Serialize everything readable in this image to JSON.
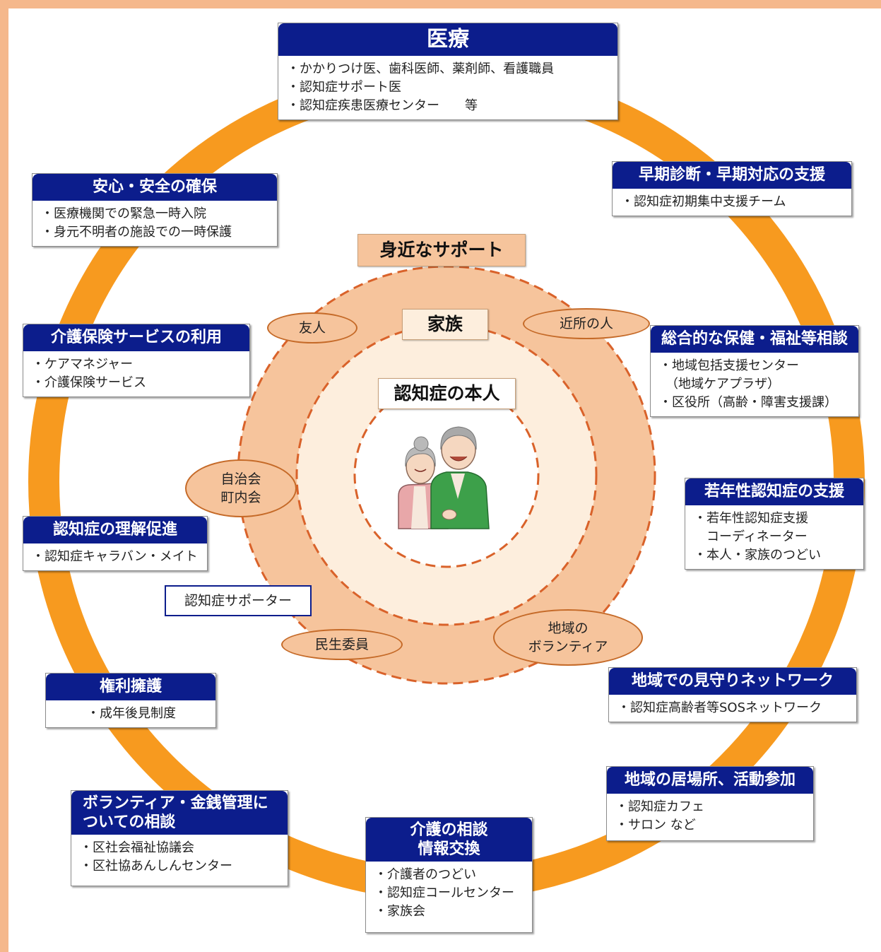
{
  "colors": {
    "ring": "#f79a1f",
    "header": "#0c1d8c",
    "support_fill": "#f6c49c",
    "family_fill": "#fdeedd",
    "dash": "#d9622a"
  },
  "center": {
    "support_title": "身近なサポート",
    "family_title": "家族",
    "person_title": "認知症の本人",
    "illustration": "elderly-couple-illustration"
  },
  "ovals": {
    "friend": "友人",
    "neighbor": "近所の人",
    "residents_assoc": [
      "自治会",
      "町内会"
    ],
    "welfare_commissioner": "民生委員",
    "local_volunteer": [
      "地域の",
      "ボランティア"
    ]
  },
  "supporter_label": "認知症サポーター",
  "cards": {
    "medical": {
      "title": "医療",
      "items": [
        "かかりつけ医、歯科医師、薬剤師、看護職員",
        "認知症サポート医",
        "認知症疾患医療センター　　等"
      ]
    },
    "early": {
      "title": "早期診断・早期対応の支援",
      "items": [
        "認知症初期集中支援チーム"
      ]
    },
    "consult": {
      "title": "総合的な保健・福祉等相談",
      "items": [
        "地域包括支援センター",
        "（地域ケアプラザ）",
        "区役所（高齢・障害支援課）"
      ]
    },
    "young": {
      "title": "若年性認知症の支援",
      "items": [
        "若年性認知症支援",
        "コーディネーター",
        "本人・家族のつどい"
      ]
    },
    "watch": {
      "title": "地域での見守りネットワーク",
      "items": [
        "認知症高齢者等SOSネットワーク"
      ]
    },
    "place": {
      "title": "地域の居場所、活動参加",
      "items": [
        "認知症カフェ",
        "サロン など"
      ]
    },
    "care_consult": {
      "title_lines": [
        "介護の相談",
        "情報交換"
      ],
      "items": [
        "介護者のつどい",
        "認知症コールセンター",
        "家族会"
      ]
    },
    "volunteer": {
      "title_lines": [
        "ボランティア・金銭管理に",
        "ついての相談"
      ],
      "items": [
        "区社会福祉協議会",
        "区社協あんしんセンター"
      ]
    },
    "rights": {
      "title": "権利擁護",
      "items": [
        "成年後見制度"
      ]
    },
    "understand": {
      "title": "認知症の理解促進",
      "items": [
        "認知症キャラバン・メイト"
      ]
    },
    "care_ins": {
      "title": "介護保険サービスの利用",
      "items": [
        "ケアマネジャー",
        "介護保険サービス"
      ]
    },
    "safety": {
      "title": "安心・安全の確保",
      "items": [
        "医療機関での緊急一時入院",
        "身元不明者の施設での一時保護"
      ]
    }
  }
}
